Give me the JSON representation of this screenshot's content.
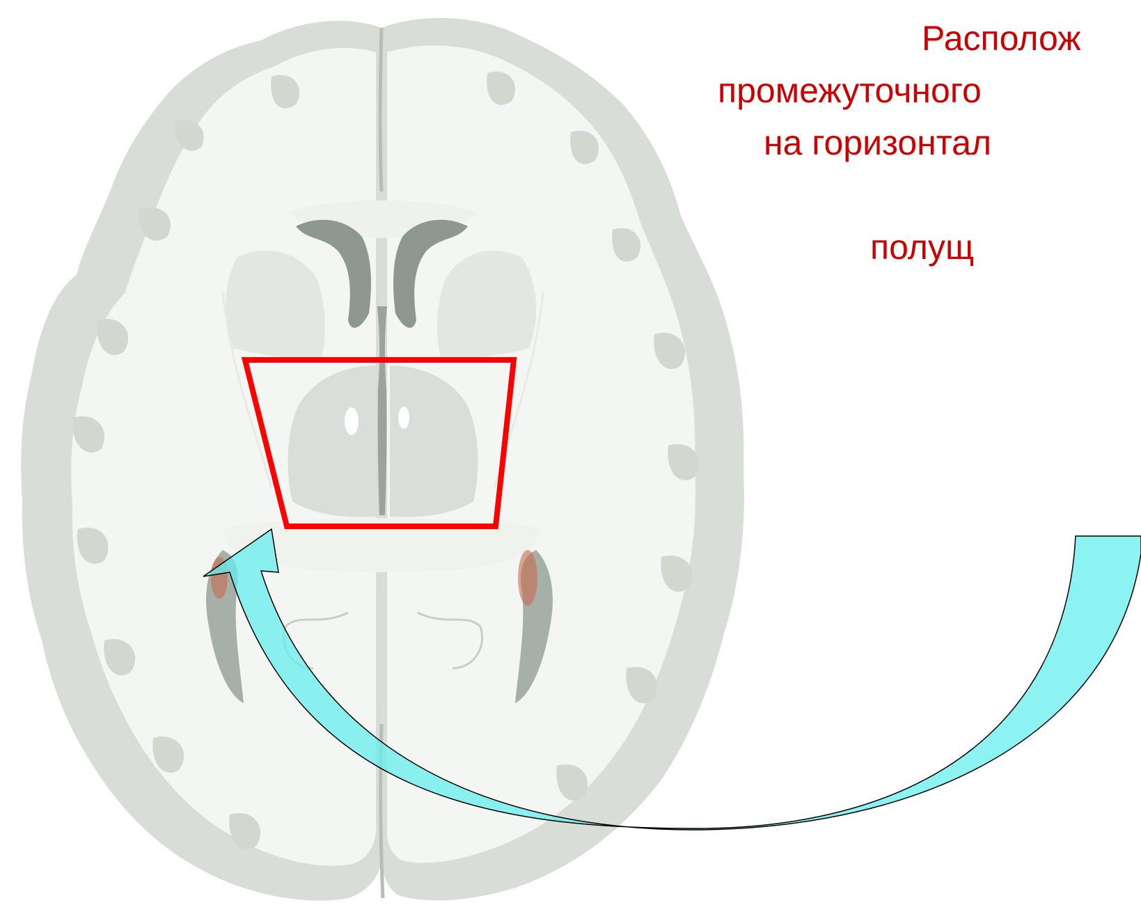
{
  "caption": {
    "line1": "Располож",
    "line2": "промежуточного",
    "line3": "на горизонтал",
    "line4": "полущ"
  },
  "colors": {
    "caption_text": "#cc0000",
    "highlight_frame": "#ff0000",
    "arrow_fill": "#66eeee",
    "tissue_white": "#f4f6f3",
    "tissue_gray": "#d9ddd7",
    "ventricle_dark": "#8e9890",
    "choroid_plexus": "#c86a4e"
  },
  "icons": {
    "figure": "brain-horizontal-section",
    "frame": "trapezoid-highlight-frame",
    "pointer": "curved-arrow"
  }
}
